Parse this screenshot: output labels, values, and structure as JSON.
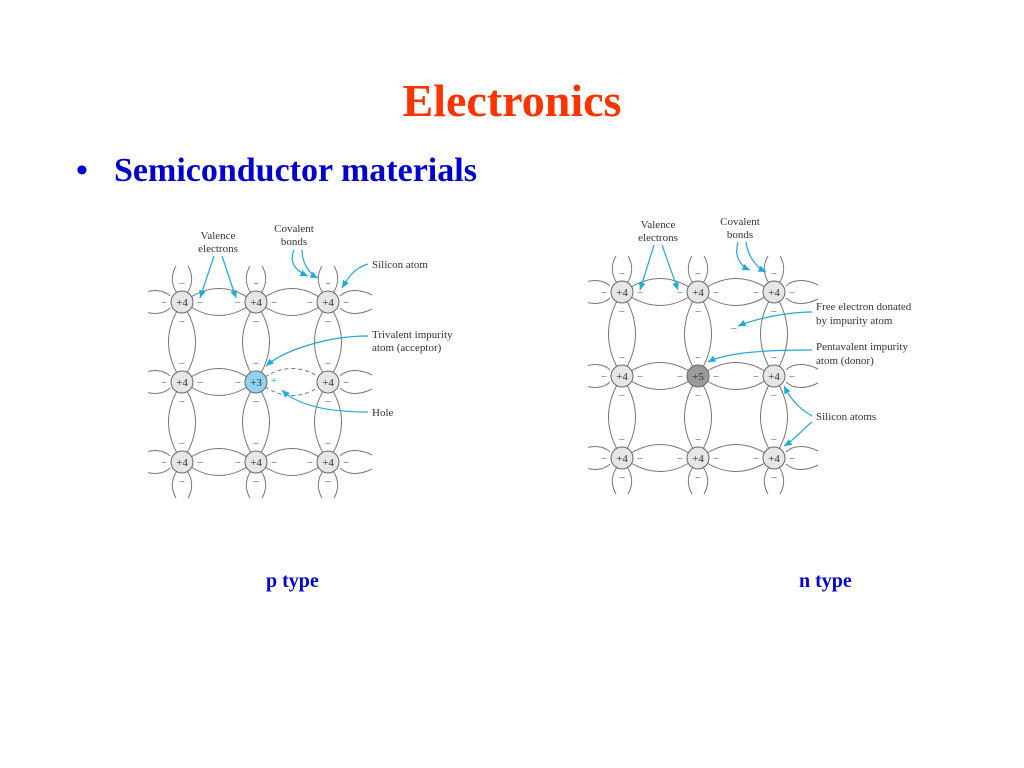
{
  "title": "Electronics",
  "bullet": {
    "marker": "•",
    "text": "Semiconductor materials"
  },
  "p_diagram": {
    "atoms": [
      [
        "+4",
        "+4",
        "+4"
      ],
      [
        "+4",
        "+3",
        "+4"
      ],
      [
        "+4",
        "+4",
        "+4"
      ]
    ],
    "labels": {
      "valence": [
        "Valence",
        "electrons"
      ],
      "covalent": [
        "Covalent",
        "bonds"
      ],
      "silicon": "Silicon atom",
      "trivalent": [
        "Trivalent impurity",
        "atom (acceptor)"
      ],
      "hole": "Hole"
    },
    "electron_sign": "−",
    "hole_sign": "+",
    "caption": "p type"
  },
  "n_diagram": {
    "atoms": [
      [
        "+4",
        "+4",
        "+4"
      ],
      [
        "+4",
        "+5",
        "+4"
      ],
      [
        "+4",
        "+4",
        "+4"
      ]
    ],
    "labels": {
      "valence": [
        "Valence",
        "electrons"
      ],
      "covalent": [
        "Covalent",
        "bonds"
      ],
      "free_electron": [
        "Free electron donated",
        "by impurity atom"
      ],
      "pentavalent": [
        "Pentavalent impurity",
        "atom (donor)"
      ],
      "silicon": "Silicon atoms"
    },
    "electron_sign": "−",
    "caption": "n type"
  },
  "colors": {
    "title": "#ff3300",
    "body_text": "#0000cc",
    "leader_line": "#1fa8d8",
    "acceptor_fill": "#8fd3f0",
    "donor_fill": "#9a9a9a",
    "atom_fill": "#e6e6e6"
  }
}
